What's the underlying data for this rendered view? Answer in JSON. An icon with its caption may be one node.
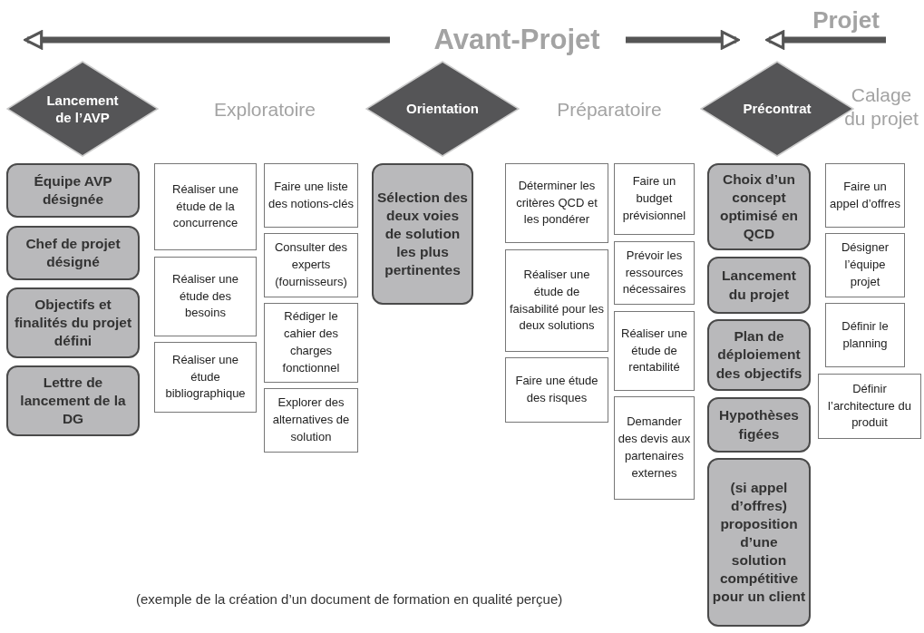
{
  "diagram": {
    "caption": "(exemple de la création d’un document de formation en qualité perçue)",
    "nodes": [
      {
        "text": [
          "Lancement de l’AVP"
        ]
      },
      {
        "text": [
          "Orientation"
        ]
      },
      {
        "text": [
          "Précontrat"
        ]
      },
      {
        "text": [
          "Équipe AVP désignée"
        ]
      },
      {
        "text": [
          "Chef de projet désigné"
        ]
      },
      {
        "text": [
          "Objectifs et finalités du projet défini"
        ]
      },
      {
        "text": [
          "Lettre de lancement de la DG"
        ]
      },
      {
        "text": [
          "Réaliser une étude de la concurrence"
        ]
      },
      {
        "text": [
          "Réaliser une étude des besoins"
        ]
      },
      {
        "text": [
          "Réaliser une étude bibliographique"
        ]
      },
      {
        "text": [
          "Faire une liste des notions-clés"
        ]
      },
      {
        "text": [
          "Consulter des experts (fournisseurs)"
        ]
      },
      {
        "text": [
          "Rédiger le cahier des charges fonctionnel"
        ]
      },
      {
        "text": [
          "Explorer des alternatives de solution"
        ]
      },
      {
        "text": [
          "Sélection des deux voies de solution les plus pertinentes"
        ]
      },
      {
        "text": [
          "Déterminer les critères QCD et les pondérer"
        ]
      },
      {
        "text": [
          "Réaliser une étude de faisabilité pour les deux solutions"
        ]
      },
      {
        "text": [
          "Faire une étude des risques"
        ]
      },
      {
        "text": [
          "Faire un budget prévisionnel"
        ]
      },
      {
        "text": [
          "Prévoir les ressources nécessaires"
        ]
      },
      {
        "text": [
          "Réaliser une étude de rentabilité"
        ]
      },
      {
        "text": [
          "Demander des devis aux partenaires externes"
        ]
      },
      {
        "text": [
          "Choix d’un concept optimisé en QCD"
        ]
      },
      {
        "text": [
          "Lancement du projet"
        ]
      },
      {
        "text": [
          "Plan de déploiement des objectifs"
        ]
      },
      {
        "text": [
          "Hypothèses figées"
        ]
      },
      {
        "text": [
          "(si appel d’offres) proposition d’une solution compétitive pour un client"
        ]
      },
      {
        "text": [
          "Faire un appel d’offres"
        ]
      },
      {
        "text": [
          "Désigner l’équipe projet"
        ]
      },
      {
        "text": [
          "Définir le planning"
        ]
      },
      {
        "text": [
          "Définir l’architecture du produit"
        ]
      }
    ],
    "labels": [
      "Projet",
      "Avant-Projet",
      "Exploratoire",
      "Préparatoire",
      "Calage du projet"
    ]
  }
}
